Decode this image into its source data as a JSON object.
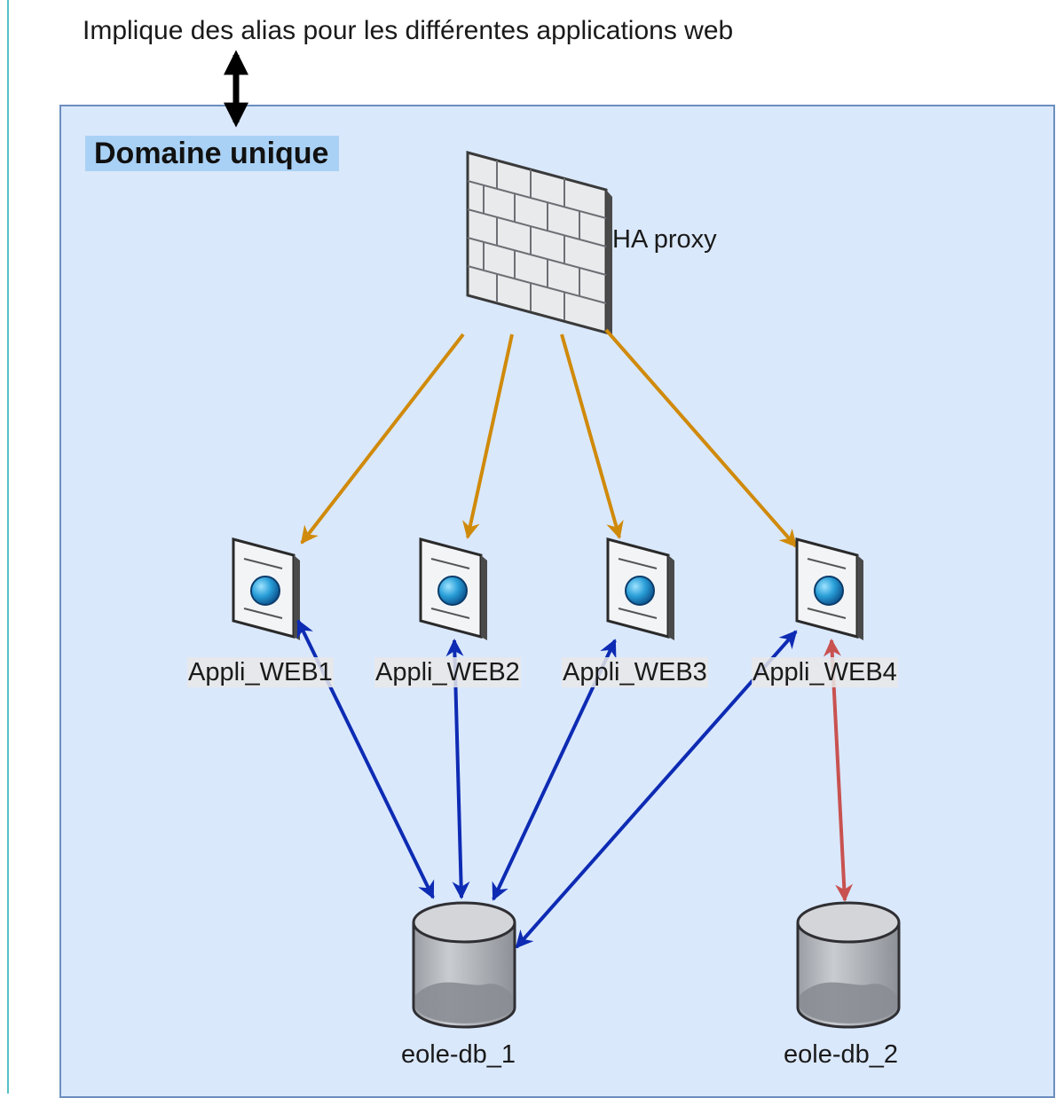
{
  "caption": "Implique des alias pour les différentes applications web",
  "domain": {
    "title": "Domaine unique"
  },
  "proxy": {
    "label": "HA proxy",
    "icon": "firewall-icon"
  },
  "apps": [
    {
      "label": "Appli_WEB1",
      "icon": "web-server-icon"
    },
    {
      "label": "Appli_WEB2",
      "icon": "web-server-icon"
    },
    {
      "label": "Appli_WEB3",
      "icon": "web-server-icon"
    },
    {
      "label": "Appli_WEB4",
      "icon": "web-server-icon"
    }
  ],
  "databases": [
    {
      "label": "eole-db_1",
      "icon": "database-icon"
    },
    {
      "label": "eole-db_2",
      "icon": "database-icon"
    }
  ],
  "colors": {
    "container_fill": "#dae8fc",
    "container_border": "#6c8ebf",
    "title_highlight": "#a9d1f5",
    "proxy_arrow": "#d08a0a",
    "db1_link": "#0d2bb3",
    "db2_link": "#c85250"
  }
}
